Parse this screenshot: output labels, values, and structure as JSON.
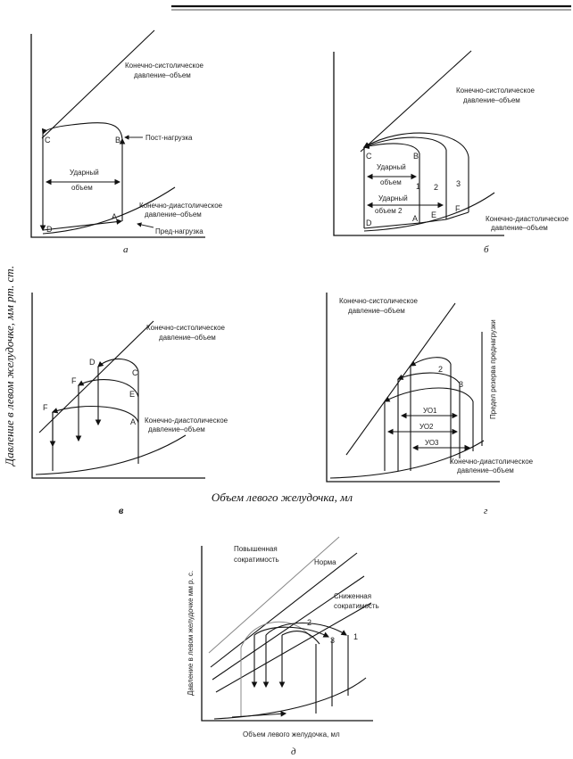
{
  "figure": {
    "y_axis_label": "Давление в левом желудочке, мм рт. ст.",
    "x_axis_label": "Объем левого желудочка, мл"
  },
  "panel_a": {
    "caption": "а",
    "esp_line": "Конечно-систолическое давление–объем",
    "afterload": "Пост-нагрузка",
    "stroke_volume": "Ударный объем",
    "edpv": "Конечно-диастолическое давление–объем",
    "preload": "Пред-нагрузка",
    "points": [
      "C",
      "B",
      "D",
      "A"
    ]
  },
  "panel_b": {
    "caption": "б",
    "esp_line": "Конечно-систолическое давление–объем",
    "stroke_volume_1": "Ударный объем",
    "stroke_volume_2": "Ударный объем 2",
    "edpv": "Конечно-диастолическое давление–объем",
    "points": [
      "C",
      "B",
      "D",
      "A",
      "E",
      "F"
    ],
    "loops": [
      "1",
      "2",
      "3"
    ]
  },
  "panel_c": {
    "caption": "в",
    "esp_line": "Конечно-систолическое давление–объем",
    "edpv": "Конечно-диастолическое давление–объем",
    "points": [
      "D",
      "F",
      "F",
      "C",
      "E",
      "A"
    ]
  },
  "panel_d": {
    "caption": "г",
    "esp_line": "Конечно-систолическое давление–объем",
    "preload_limit": "Предел резерва преднагрузки",
    "sv_labels": [
      "УО1",
      "УО2",
      "УО3"
    ],
    "edpv": "Конечно-диастолическое давление–объем",
    "loops": [
      "2",
      "3"
    ]
  },
  "panel_e": {
    "caption": "д",
    "increased": "Повышенная сократимость",
    "norm": "Норма",
    "decreased": "Сниженная сократимость",
    "y_label": "Давление в левом желудочке мм р. с.",
    "x_label": "Объем левого желудочка, мл",
    "loops": [
      "2",
      "3",
      "1"
    ]
  }
}
